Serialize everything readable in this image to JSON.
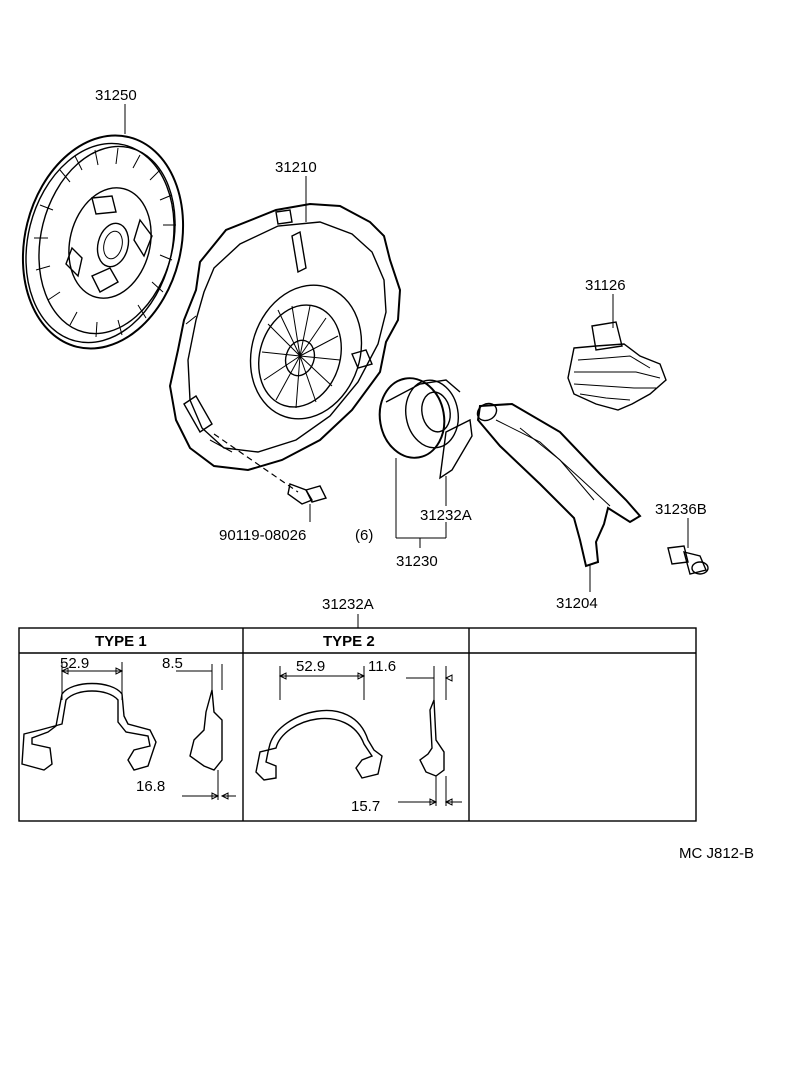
{
  "parts": {
    "clutch_disc": "31250",
    "clutch_cover": "31210",
    "boot": "31126",
    "bolt": "90119-08026",
    "bolt_qty": "(6)",
    "bearing_clip": "31232A",
    "bearing_assy": "31230",
    "ball_stud": "31236B",
    "release_fork": "31204"
  },
  "detail_table": {
    "title": "31232A",
    "col1": "TYPE 1",
    "col2": "TYPE 2",
    "type1": {
      "width": "52.9",
      "thickness": "8.5",
      "depth": "16.8"
    },
    "type2": {
      "width": "52.9",
      "thickness": "11.6",
      "depth": "15.7"
    }
  },
  "code": "MC J812-B"
}
